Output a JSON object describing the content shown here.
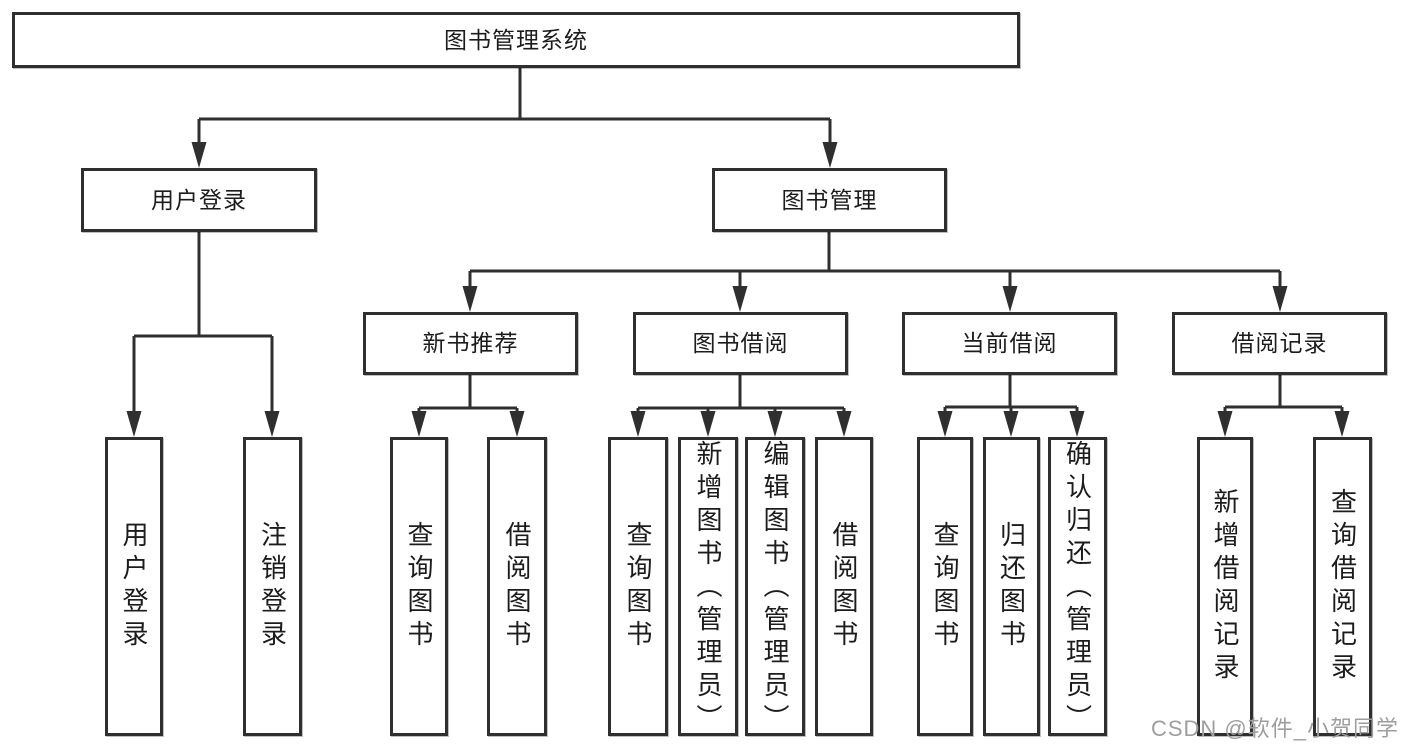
{
  "diagram": {
    "type": "hierarchy-tree",
    "colors": {
      "line": "#2f2f2f",
      "box_border": "#2f2f2f",
      "text": "#1c1c1c",
      "background": "#ffffff",
      "watermark": "#9e9e9e"
    },
    "tree": {
      "root": {
        "label": "图书管理系统",
        "children": [
          {
            "label": "用户登录",
            "children": [
              {
                "label": "用户登录"
              },
              {
                "label": "注销登录"
              }
            ]
          },
          {
            "label": "图书管理",
            "children": [
              {
                "label": "新书推荐",
                "children": [
                  {
                    "label": "查询图书"
                  },
                  {
                    "label": "借阅图书"
                  }
                ]
              },
              {
                "label": "图书借阅",
                "children": [
                  {
                    "label": "查询图书"
                  },
                  {
                    "label": "新增图书（管理员）"
                  },
                  {
                    "label": "编辑图书（管理员）"
                  },
                  {
                    "label": "借阅图书"
                  }
                ]
              },
              {
                "label": "当前借阅",
                "children": [
                  {
                    "label": "查询图书"
                  },
                  {
                    "label": "归还图书"
                  },
                  {
                    "label": "确认归还（管理员）"
                  }
                ]
              },
              {
                "label": "借阅记录",
                "children": [
                  {
                    "label": "新增借阅记录"
                  },
                  {
                    "label": "查询借阅记录"
                  }
                ]
              }
            ]
          }
        ]
      }
    },
    "watermark": "CSDN @软件_小贺同学"
  }
}
